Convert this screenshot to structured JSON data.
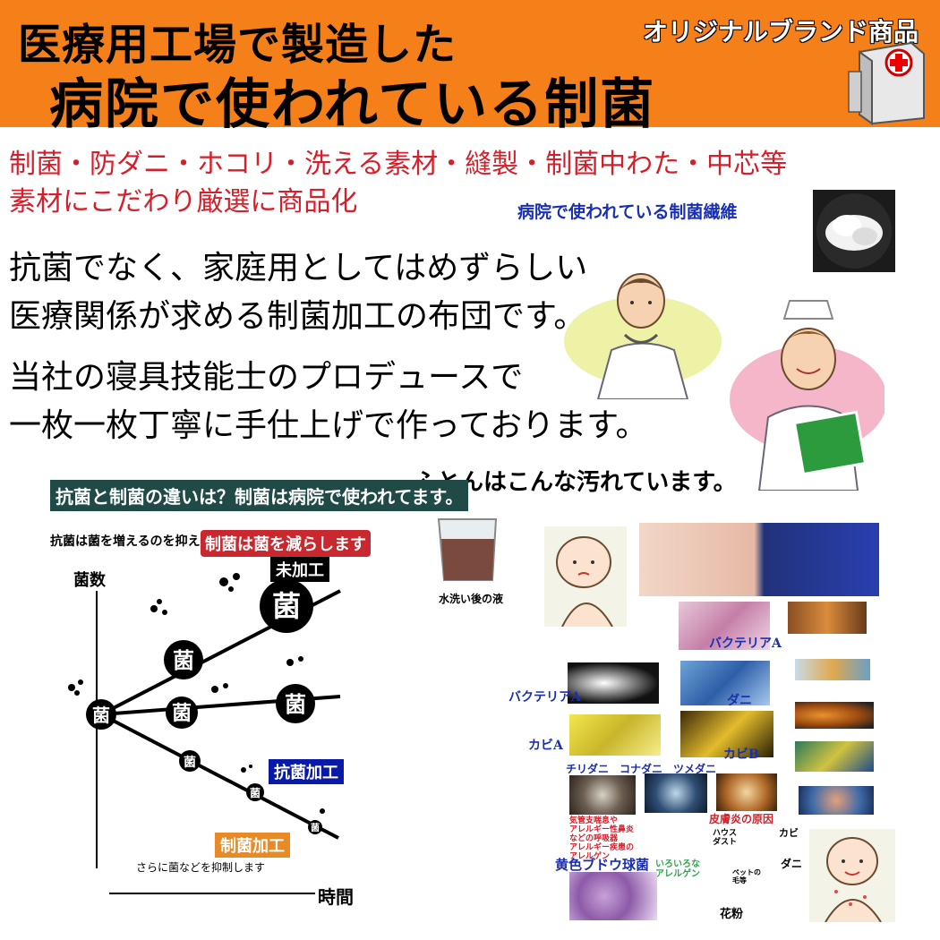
{
  "header": {
    "line1": "医療用工場で製造した",
    "line2": "病院で使われている制菌",
    "brand": "オリジナルブランド商品"
  },
  "intro": {
    "line1": "制菌・防ダニ・ホコリ・洗える素材・縫製・制菌中わた・中芯等",
    "line2": "素材にこだわり厳選に商品化",
    "fiber_label": "病院で使われている制菌繊維"
  },
  "body": {
    "line1": "抗菌でなく、家庭用としてはめずらしい",
    "line2": "医療関係が求める制菌加工の布団です。",
    "line3": "当社の寝具技能士のプロデュースで",
    "line4": "一枚一枚丁寧に手仕上げで作っております。",
    "dirty_title": "ふとんはこんな汚れています。"
  },
  "chart": {
    "title": "抗菌と制菌の違いは？制菌は病院で使われてます。",
    "sub_antibac": "抗菌は菌を増えるのを抑えるだけ",
    "sub_sterile": "制菌は菌を減らします",
    "tag_untreated": "未加工",
    "tag_antibac": "抗菌加工",
    "tag_sterile": "制菌加工",
    "ylabel": "菌数",
    "xlabel": "時間",
    "note": "さらに菌などを抑制します",
    "node_char": "菌"
  },
  "photos": {
    "wash_label": "水洗い後の液",
    "bacteria_a_1": "バクテリアA",
    "bacteria_a_2": "バクテリアA",
    "dani": "ダニ",
    "kabi_a": "カビA",
    "kabi_b": "カビB",
    "mite_names": "チリダニ　コナダニ　ツメダニ",
    "allergy_lines": [
      "気管支喘息や",
      "アレルギー性鼻炎",
      "などの呼吸器",
      "アレルギー疾患の",
      "アレルゲン"
    ],
    "skin_label": "皮膚炎の原因",
    "house_dust": [
      "ハウス",
      "ダスト"
    ],
    "kabi": "カビ",
    "staph": "黄色ブドウ球菌",
    "various_allergen": [
      "いろいろな",
      "アレルゲン"
    ],
    "pet": [
      "ペットの",
      "毛等"
    ],
    "dani2": "ダニ",
    "pollen": "花粉"
  },
  "colors": {
    "header_orange": "#f57f18",
    "red_text": "#d51f2a",
    "blue_text": "#1b2fb0",
    "chart_title_bg": "#1f4a46"
  }
}
